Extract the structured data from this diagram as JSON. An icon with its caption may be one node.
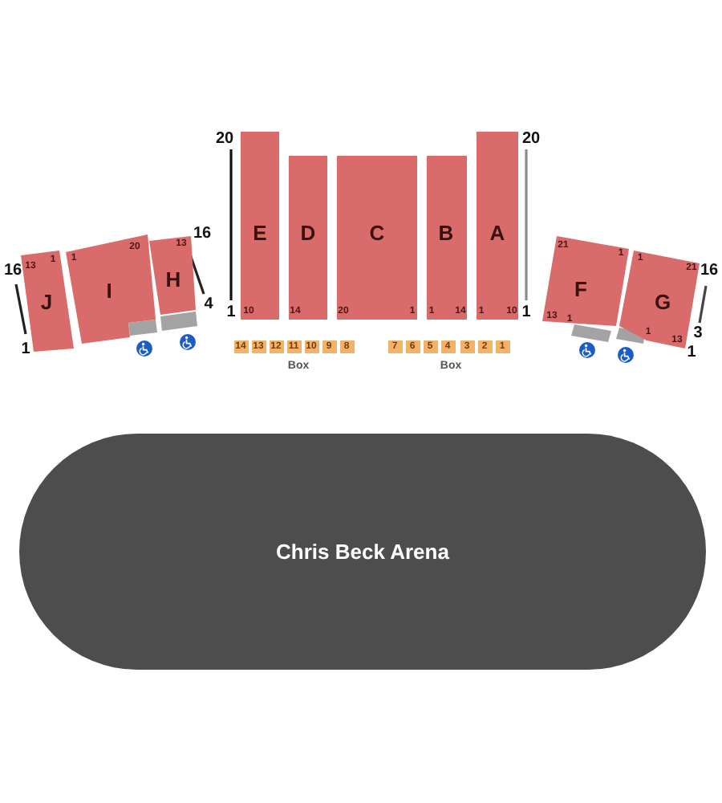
{
  "diagram": {
    "nodes": [
      {
        "text": [
          "13",
          "1",
          "J"
        ]
      },
      {
        "text": [
          "1",
          "20",
          "I"
        ]
      },
      {
        "text": [
          "13",
          "H"
        ]
      },
      {
        "text": [
          "E",
          "10"
        ]
      },
      {
        "text": [
          "D",
          "14"
        ]
      },
      {
        "text": [
          "C",
          "20",
          "1"
        ]
      },
      {
        "text": [
          "B",
          "1",
          "14"
        ]
      },
      {
        "text": [
          "A",
          "1",
          "10"
        ]
      },
      {
        "text": [
          "21",
          "1",
          "F",
          "13",
          "1"
        ]
      },
      {
        "text": [
          "1",
          "21",
          "G",
          "1",
          "13"
        ]
      },
      {
        "text": [
          "14"
        ]
      },
      {
        "text": [
          "13"
        ]
      },
      {
        "text": [
          "12"
        ]
      },
      {
        "text": [
          "11"
        ]
      },
      {
        "text": [
          "10"
        ]
      },
      {
        "text": [
          "9"
        ]
      },
      {
        "text": [
          "8"
        ]
      },
      {
        "text": [
          "7"
        ]
      },
      {
        "text": [
          "6"
        ]
      },
      {
        "text": [
          "5"
        ]
      },
      {
        "text": [
          "4"
        ]
      },
      {
        "text": [
          "3"
        ]
      },
      {
        "text": [
          "2"
        ]
      },
      {
        "text": [
          "1"
        ]
      },
      {
        "text": [
          "Chris Beck Arena"
        ]
      }
    ],
    "labels": [
      "16",
      "1",
      "16",
      "4",
      "20",
      "1",
      "20",
      "1",
      "16",
      "3",
      "1",
      "Box",
      "Box"
    ]
  }
}
